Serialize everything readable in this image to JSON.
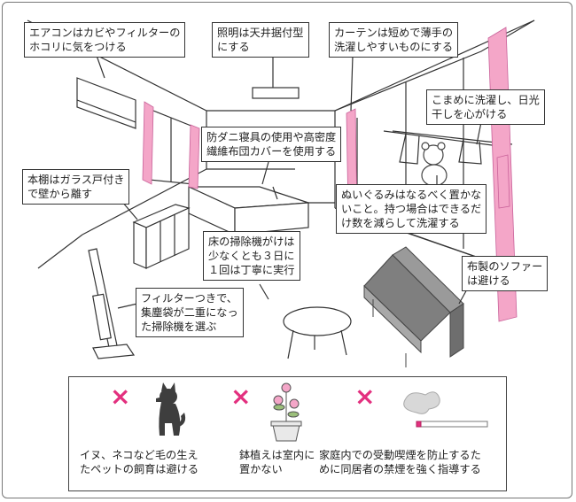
{
  "callouts": {
    "aircon": [
      "エアコンはカビやフィルターの",
      "ホコリに気をつける"
    ],
    "lighting": [
      "照明は天井据付型",
      "にする"
    ],
    "curtain": [
      "カーテンは短めで薄手の",
      "洗濯しやすいものにする"
    ],
    "laundry": [
      "こまめに洗濯し、日光",
      "干しを心がける"
    ],
    "bedding": [
      "防ダニ寝具の使用や高密度",
      "繊維布団カバーを使用する"
    ],
    "bookshelf": [
      "本棚はガラス戸付き",
      "で壁から離す"
    ],
    "stuffed": [
      "ぬいぐるみはなるべく置かな",
      "いこと。持つ場合はできるだ",
      "け数を減らして洗濯する"
    ],
    "floor": [
      "床の掃除機がけは",
      "少なくとも３日に",
      "１回は丁寧に実行"
    ],
    "sofa": [
      "布製のソファー",
      "は避ける"
    ],
    "vacuum": [
      "フィルターつきで、",
      "集塵袋が二重になっ",
      "た掃除機を選ぶ"
    ]
  },
  "bottom": {
    "pets": [
      "イヌ、ネコなど毛の生え",
      "たペットの飼育は避ける"
    ],
    "plants": [
      "鉢植えは室内に",
      "置かない"
    ],
    "smoking": [
      "家庭内での受動喫煙を防止するた",
      "めに同居者の禁煙を強く指導する"
    ]
  },
  "colors": {
    "pink": "#f4a6c8",
    "cross": "#e3307f",
    "line": "#333333",
    "sofa_gray": "#8d8d8d"
  }
}
